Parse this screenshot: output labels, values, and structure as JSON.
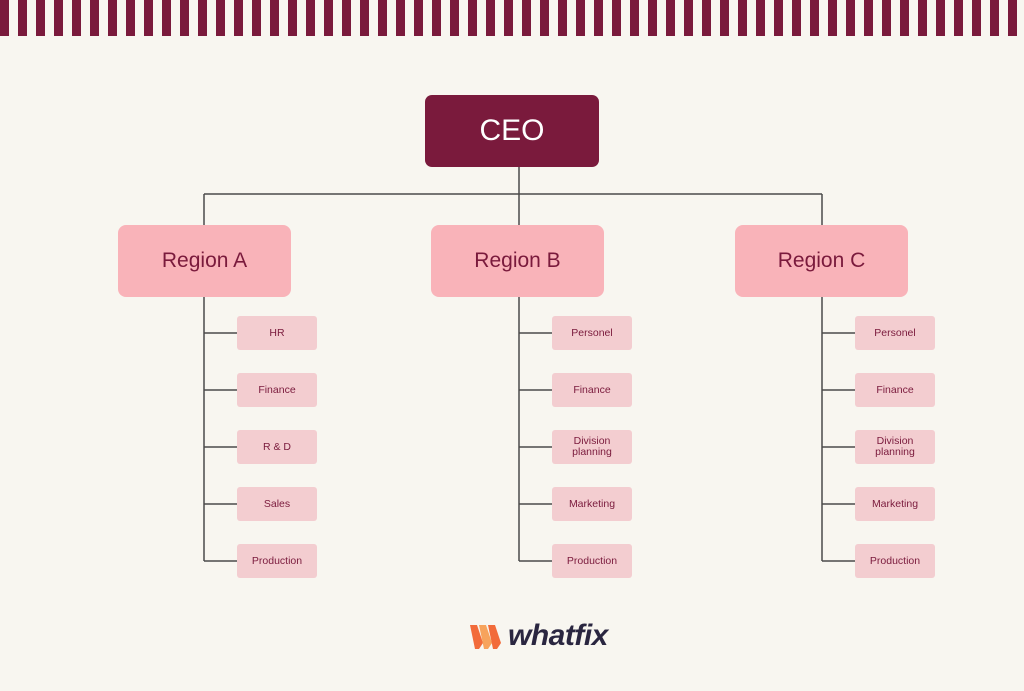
{
  "colors": {
    "background": "#f8f6f0",
    "stripe": "#7a1a3c",
    "ceo_box": "#7a1a3c",
    "region_box": "#f9b3b9",
    "dept_box": "#f3cdd0",
    "text_dark": "#7a1a3c",
    "lines": "#4a4a4a",
    "logo_orange": "#f26b3a",
    "logo_text": "#2a2640"
  },
  "org": {
    "ceo": "CEO",
    "regions": [
      {
        "name": "Region A",
        "departments": [
          "HR",
          "Finance",
          "R & D",
          "Sales",
          "Production"
        ]
      },
      {
        "name": "Region B",
        "departments": [
          "Personel",
          "Finance",
          "Division planning",
          "Marketing",
          "Production"
        ]
      },
      {
        "name": "Region C",
        "departments": [
          "Personel",
          "Finance",
          "Division planning",
          "Marketing",
          "Production"
        ]
      }
    ]
  },
  "logo": {
    "text": "whatfix",
    "icon": "whatfix-w-icon"
  }
}
